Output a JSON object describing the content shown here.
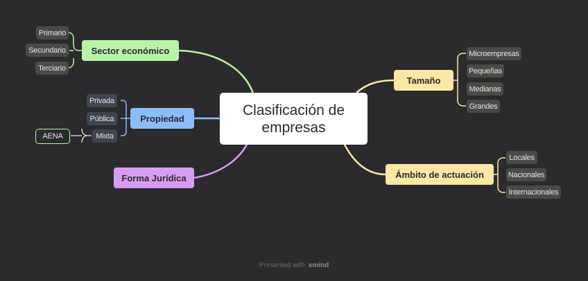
{
  "central": {
    "label": "Clasificación de empresas"
  },
  "colors": {
    "background": "#2b2b2d",
    "sector": "#b9f3a8",
    "propiedad": "#8cbdfb",
    "forma": "#d99cf5",
    "tamano": "#fce7a6",
    "ambito": "#fce7a6",
    "sub_neutral": "#4a4a47",
    "sub_slate": "#3f4551"
  },
  "branches": {
    "sector": {
      "label": "Sector económico",
      "children": [
        "Primario",
        "Secundario",
        "Terciario"
      ]
    },
    "propiedad": {
      "label": "Propiedad",
      "children": [
        "Privada",
        "Pública",
        "Mixta"
      ],
      "mixta_child": "AENA"
    },
    "forma": {
      "label": "Forma Jurídica"
    },
    "tamano": {
      "label": "Tamaño",
      "children": [
        "Microempresas",
        "Pequeñas",
        "Medianas",
        "Grandes"
      ]
    },
    "ambito": {
      "label": "Ámbito de actuación",
      "children": [
        "Locales",
        "Nacionales",
        "Internacionales"
      ]
    }
  },
  "footer": {
    "prefix": "Presented with",
    "brand": "xmind"
  }
}
